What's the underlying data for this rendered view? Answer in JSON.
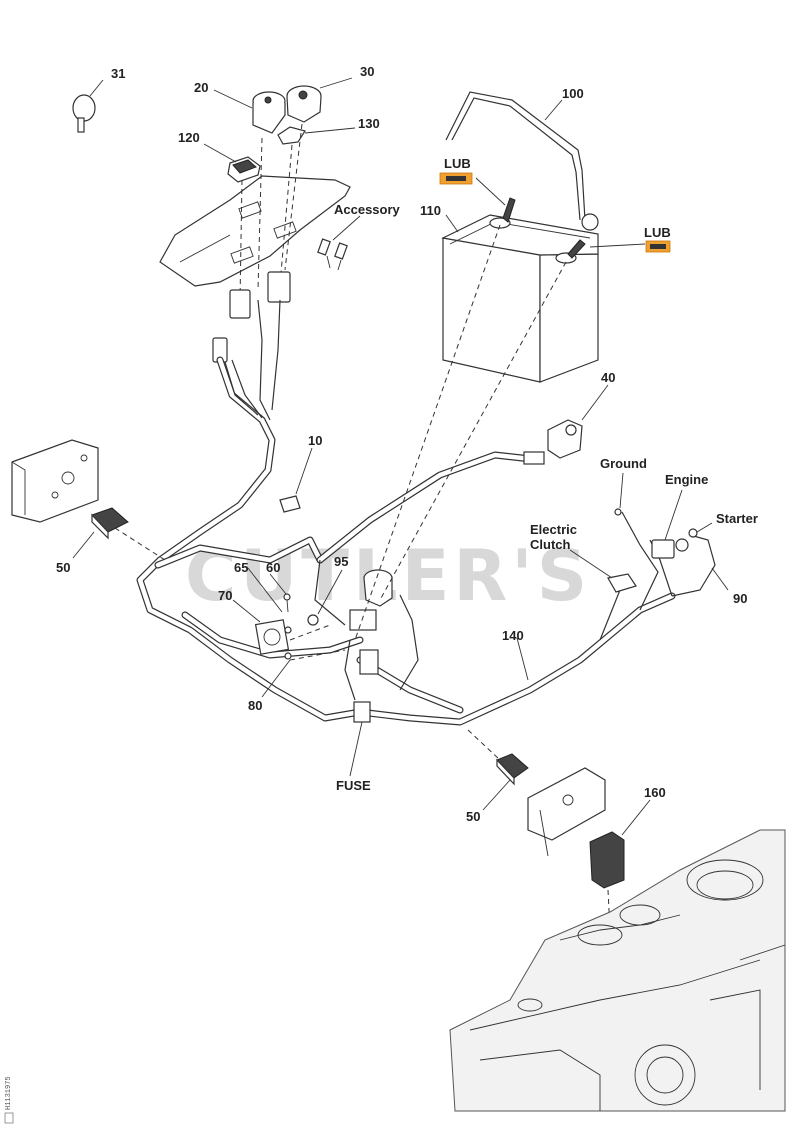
{
  "watermark": "CUTLER'S",
  "side_code": "H1131975",
  "callouts": {
    "p10": "10",
    "p20": "20",
    "p30": "30",
    "p31": "31",
    "p40": "40",
    "p50a": "50",
    "p50b": "50",
    "p60": "60",
    "p65": "65",
    "p70": "70",
    "p80": "80",
    "p90": "90",
    "p95": "95",
    "p100": "100",
    "p110": "110",
    "p120": "120",
    "p130": "130",
    "p140": "140",
    "p160": "160"
  },
  "text_labels": {
    "accessory": "Accessory",
    "lub1": "LUB",
    "lub2": "LUB",
    "ground": "Ground",
    "engine": "Engine",
    "starter": "Starter",
    "electric": "Electric",
    "clutch": "Clutch",
    "fuse": "FUSE"
  },
  "colors": {
    "lub_marker": "#f0a030",
    "line": "#333333",
    "watermark": "#d8d8d8"
  }
}
